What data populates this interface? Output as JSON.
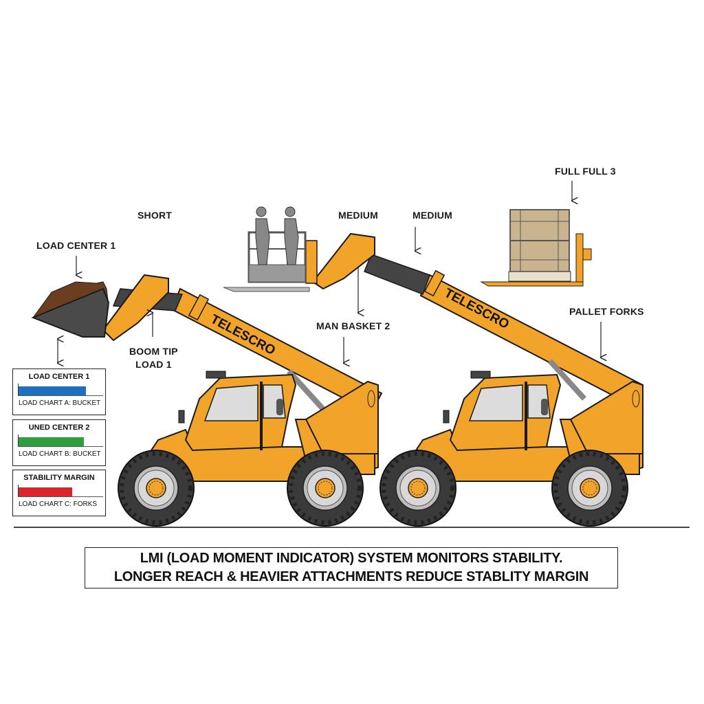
{
  "labels": {
    "short": "SHORT",
    "load_center_1": "LOAD CENTER 1",
    "boom_tip_load": [
      "BOOM TIP",
      "LOAD 1"
    ],
    "medium_1": "MEDIUM",
    "medium_2": "MEDIUM",
    "man_basket": "MAN BASKET 2",
    "full_full": "FULL FULL 3",
    "pallet_forks": "PALLET FORKS"
  },
  "boom_branding": [
    "TELESCRO",
    "TELESCRO"
  ],
  "load_charts": [
    {
      "title": "LOAD CENTER 1",
      "caption": "LOAD CHART A: BUCKET",
      "color": "#1f6fbf",
      "value": 0.86
    },
    {
      "title": "UNED CENTER 2",
      "caption": "LOAD CHART B: BUCKET",
      "color": "#2f9e3f",
      "value": 0.83
    },
    {
      "title": "STABILITY MARGIN",
      "caption": "LOAD CHART C: FORKS",
      "color": "#d9252a",
      "value": 0.68
    }
  ],
  "caption": {
    "line1": "LMI (LOAD MOMENT INDICATOR) SYSTEM MONITORS STABILITY.",
    "line2": "LONGER REACH & HEAVIER ATTACHMENTS REDUCE STABLITY MARGIN"
  },
  "colors": {
    "machine_yellow": "#f2a42a",
    "outline": "#1a1a1a",
    "tire": "#3c3c3c",
    "glass": "#dcdcdc"
  }
}
